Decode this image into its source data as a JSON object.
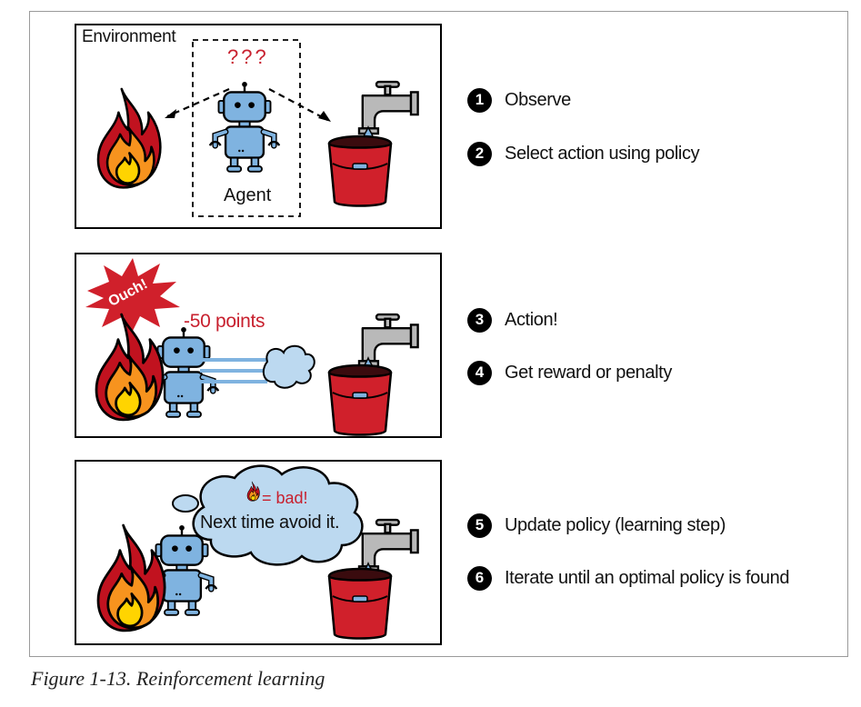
{
  "panel1": {
    "environment_label": "Environment",
    "question_marks": "???",
    "agent_label": "Agent"
  },
  "panel2": {
    "exclamation": "Ouch!",
    "penalty": "-50 points"
  },
  "panel3": {
    "thought_emphasis": "= bad!",
    "thought_text": "Next time avoid it."
  },
  "steps": [
    {
      "number": "1",
      "label": "Observe"
    },
    {
      "number": "2",
      "label": "Select action using policy"
    },
    {
      "number": "3",
      "label": "Action!"
    },
    {
      "number": "4",
      "label": "Get reward or penalty"
    },
    {
      "number": "5",
      "label": "Update policy (learning step)"
    },
    {
      "number": "6",
      "label": "Iterate until an optimal policy is found"
    }
  ],
  "caption": "Figure 1-13. Reinforcement learning",
  "colors": {
    "fire_outer": "#c1121f",
    "fire_mid": "#f7931e",
    "fire_inner": "#ffd400",
    "robot": "#7fb3e0",
    "bucket": "#d0202b",
    "faucet": "#b9b9b9",
    "red_text": "#c8202e",
    "cloud": "#bcd9f0"
  }
}
